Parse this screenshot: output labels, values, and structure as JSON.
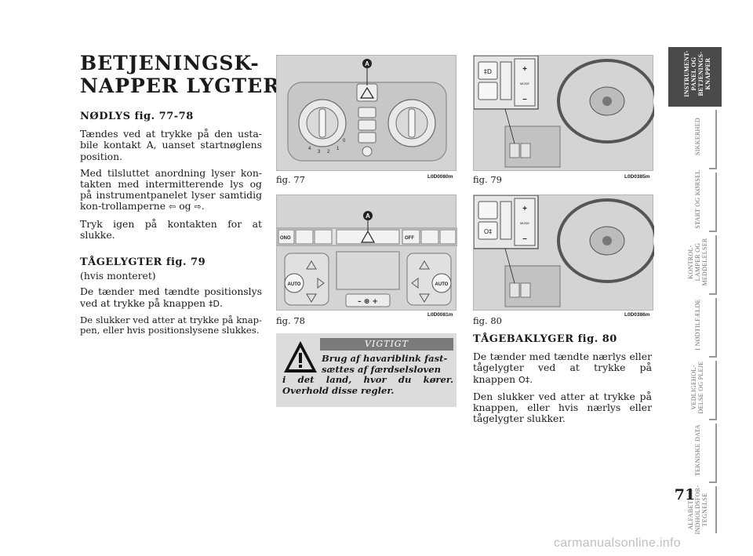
{
  "title_lines": [
    "BETJENINGSK-",
    "NAPPER LYGTER"
  ],
  "hazard": {
    "heading": "NØDLYS fig. 77-78",
    "p1": "Tændes ved at trykke på den usta-bile kontakt A, uanset startnøglens position.",
    "p2a": "Med tilsluttet anordning lyser kon-takten med intermitterende lys og på instrumentpanelet lyser samtidig kon-trollamperne",
    "p2_og": "og",
    "p3": "Tryk igen på kontakten for at slukke."
  },
  "fog": {
    "heading": "TÅGELYGTER fig. 79",
    "note": "(hvis monteret)",
    "p1": "De tænder med tændte positionslys ved at trykke på knappen",
    "p2": "De slukker ved atter at trykke på knap-pen, eller hvis positionslysene slukkes."
  },
  "rearfog": {
    "heading": "TÅGEBAKLYGER fig. 80",
    "p1": "De tænder med tændte nærlys eller tågelygter ved at trykke på knappen",
    "p2": "Den slukker ved atter at trykke på knappen, eller hvis nærlys eller tågelygter slukker."
  },
  "warning": {
    "header": "VIGTIGT",
    "line1": "Brug af havariblink fast-",
    "line2": "sættes af færdselsloven",
    "rest": "i det land, hvor du kører. Overhold disse regler."
  },
  "figures": [
    {
      "caption": "fig. 77",
      "code": "L0D0080m",
      "marker": "A"
    },
    {
      "caption": "fig. 78",
      "code": "L0D0081m",
      "marker": "A"
    },
    {
      "caption": "fig. 79",
      "code": "L0D0385m"
    },
    {
      "caption": "fig. 80",
      "code": "L0D0386m"
    }
  ],
  "fig77_dial_numbers": [
    "0",
    "1",
    "2",
    "3",
    "4"
  ],
  "fig78_labels": {
    "mono": "ONO",
    "off": "OFF",
    "auto": "AUTO",
    "minus_plus": "– ⊛ +"
  },
  "fig79_labels": {
    "plus": "+",
    "minus": "–",
    "mode": "MODE"
  },
  "tabs": [
    "INSTRUMENT-PANEL OG BETJENINGS-KNAPPER",
    "SIKKERHED",
    "START OG KØRSEL",
    "KONTROL-LAMPER OG MEDDELELSER",
    "I NØDTILFÆLDE",
    "VEDLIGEHOL-DELSE OG PLEJE",
    "TEKNISKE DATA",
    "ALFABETISK INDHOLDSFOR-TEGNELSE"
  ],
  "page_number": "71",
  "watermark": "carmanualsonline.info",
  "colors": {
    "figure_bg": "#d4d4d4",
    "tab_active": "#4a4a4a",
    "warning_header": "#7b7b7b"
  }
}
